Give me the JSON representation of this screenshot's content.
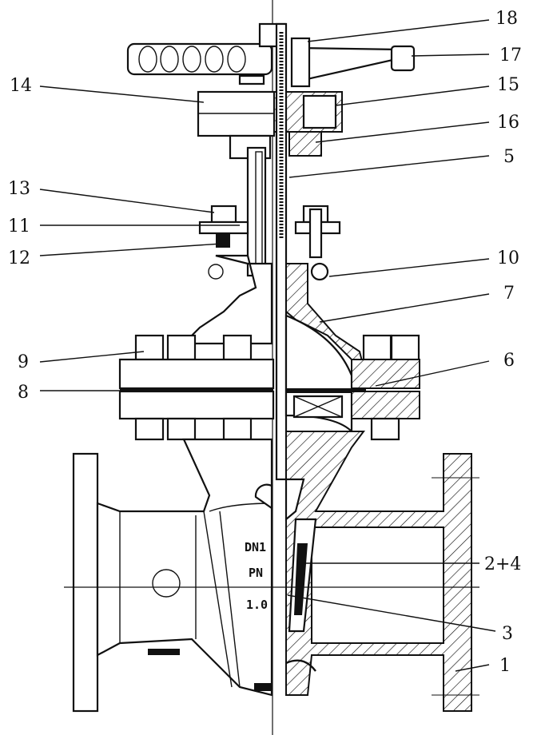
{
  "labels": {
    "l18": "18",
    "l17": "17",
    "l14": "14",
    "l15": "15",
    "l16": "16",
    "l5": "5",
    "l13": "13",
    "l11": "11",
    "l12": "12",
    "l10": "10",
    "l7": "7",
    "l9": "9",
    "l6": "6",
    "l8": "8",
    "l2_4": "2+4",
    "l3": "3",
    "l1": "1"
  },
  "body_markings": {
    "dn": "DN1",
    "pn": "PN",
    "ver": "1.0"
  }
}
